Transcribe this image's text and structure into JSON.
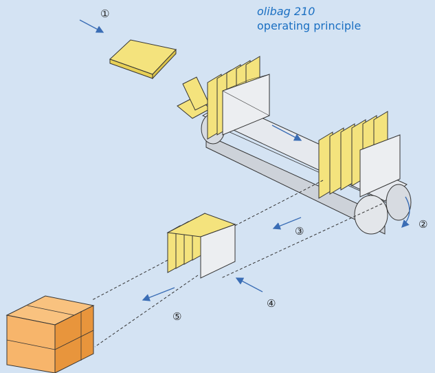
{
  "title": {
    "product": "olibag 210",
    "subtitle": "operating principle"
  },
  "steps": [
    "①",
    "②",
    "③",
    "④",
    "⑤"
  ],
  "colors": {
    "background": "#d4e3f3",
    "title": "#1a6fc2",
    "arrow": "#3a6db5",
    "bag_fill": "#f4e37d",
    "bag_side": "#e7d056",
    "box_fill": "#f7b56b",
    "box_side": "#e8953c",
    "conveyor": "#dfe3e8",
    "outline": "#333333"
  }
}
